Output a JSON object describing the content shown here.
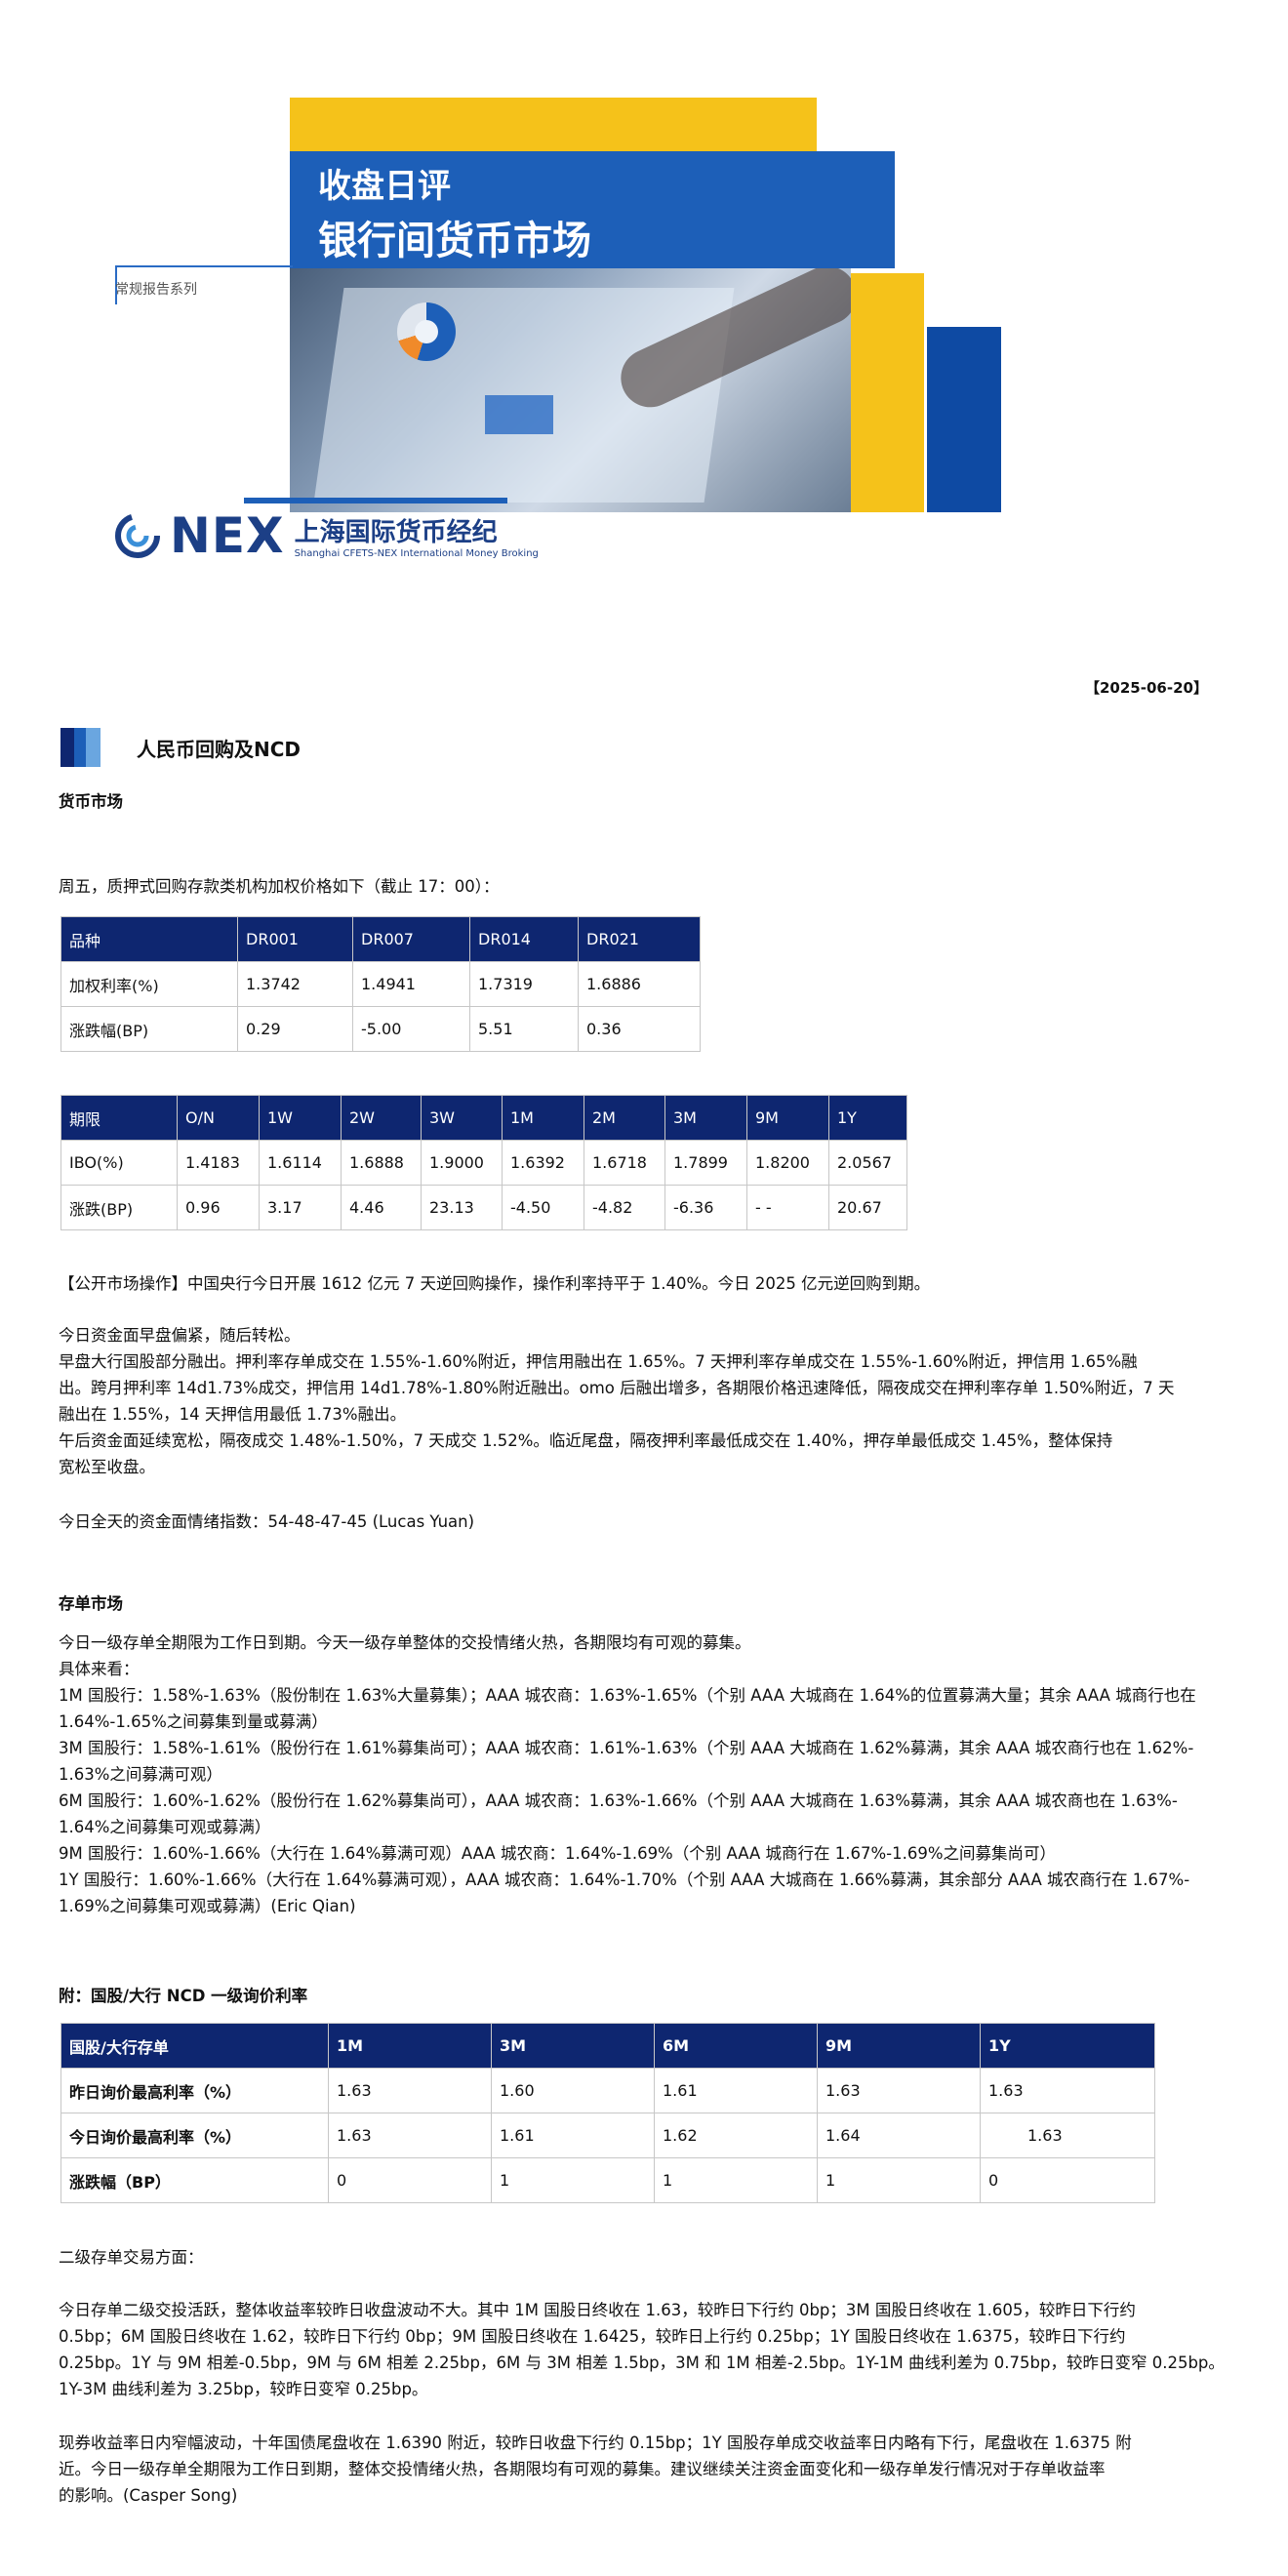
{
  "header": {
    "banner_line1": "收盘日评",
    "banner_line2": "银行间货币市场",
    "series": "常规报告系列",
    "logo_nex": "NEX",
    "logo_cn": "上海国际货币经纪",
    "logo_en": "Shanghai CFETS-NEX International Money Broking",
    "date": "【2025-06-20】"
  },
  "section_title": "人民币回购及NCD",
  "money_market": {
    "heading": "货币市场",
    "intro": "周五，质押式回购存款类机构加权价格如下（截止 17：00）：",
    "dr_table": {
      "headers": [
        "品种",
        "DR001",
        "DR007",
        "DR014",
        "DR021"
      ],
      "rows": [
        [
          "加权利率(%)",
          "1.3742",
          "1.4941",
          "1.7319",
          "1.6886"
        ],
        [
          "涨跌幅(BP)",
          "0.29",
          "-5.00",
          "5.51",
          "0.36"
        ]
      ]
    },
    "ibo_table": {
      "headers": [
        "期限",
        "O/N",
        "1W",
        "2W",
        "3W",
        "1M",
        "2M",
        "3M",
        "9M",
        "1Y"
      ],
      "rows": [
        [
          "IBO(%)",
          "1.4183",
          "1.6114",
          "1.6888",
          "1.9000",
          "1.6392",
          "1.6718",
          "1.7899",
          "1.8200",
          "2.0567"
        ],
        [
          "涨跌(BP)",
          "0.96",
          "3.17",
          "4.46",
          "23.13",
          "-4.50",
          "-4.82",
          "-6.36",
          "- -",
          "20.67"
        ]
      ]
    },
    "omo": "【公开市场操作】中国央行今日开展 1612 亿元 7 天逆回购操作，操作利率持平于 1.40%。今日 2025 亿元逆回购到期。",
    "p1": "今日资金面早盘偏紧，随后转松。",
    "p2_l1": "早盘大行国股部分融出。押利率存单成交在 1.55%-1.60%附近，押信用融出在 1.65%。7 天押利率存单成交在 1.55%-1.60%附近，押信用 1.65%融",
    "p2_l2": "出。跨月押利率 14d1.73%成交，押信用 14d1.78%-1.80%附近融出。omo 后融出增多，各期限价格迅速降低，隔夜成交在押利率存单 1.50%附近，7 天",
    "p2_l3": "融出在 1.55%，14 天押信用最低 1.73%融出。",
    "p3_l1": "午后资金面延续宽松，隔夜成交 1.48%-1.50%，7 天成交 1.52%。临近尾盘，隔夜押利率最低成交在 1.40%，押存单最低成交 1.45%，整体保持",
    "p3_l2": "宽松至收盘。",
    "sentiment": "今日全天的资金面情绪指数：54-48-47-45 (Lucas Yuan)"
  },
  "cd_market": {
    "heading": "存单市场",
    "lines": [
      "今日一级存单全期限为工作日到期。今天一级存单整体的交投情绪火热，各期限均有可观的募集。",
      "具体来看：",
      "1M 国股行：1.58%-1.63%（股份制在 1.63%大量募集）；AAA 城农商：1.63%-1.65%（个别 AAA 大城商在 1.64%的位置募满大量；其余 AAA 城商行也在",
      "1.64%-1.65%之间募集到量或募满）",
      "3M 国股行：1.58%-1.61%（股份行在 1.61%募集尚可）；AAA 城农商：1.61%-1.63%（个别 AAA 大城商在 1.62%募满，其余 AAA 城农商行也在 1.62%-",
      "1.63%之间募满可观）",
      "6M 国股行：1.60%-1.62%（股份行在 1.62%募集尚可），AAA 城农商：1.63%-1.66%（个别 AAA 大城商在 1.63%募满，其余 AAA 城农商也在 1.63%-",
      "1.64%之间募集可观或募满）",
      "9M 国股行：1.60%-1.66%（大行在 1.64%募满可观）AAA 城农商：1.64%-1.69%（个别 AAA 城商行在 1.67%-1.69%之间募集尚可）",
      "1Y 国股行：1.60%-1.66%（大行在 1.64%募满可观），AAA 城农商：1.64%-1.70%（个别 AAA 大城商在 1.66%募满，其余部分 AAA 城农商行在 1.67%-",
      "1.69%之间募集可观或募满）(Eric Qian)"
    ]
  },
  "ncd": {
    "heading": "附：国股/大行 NCD 一级询价利率",
    "headers": [
      "国股/大行存单",
      "1M",
      "3M",
      "6M",
      "9M",
      "1Y"
    ],
    "rows": [
      [
        "昨日询价最高利率（%）",
        "1.63",
        "1.60",
        "1.61",
        "1.63",
        "1.63"
      ],
      [
        "今日询价最高利率（%）",
        "1.63",
        "1.61",
        "1.62",
        "1.64",
        "1.63"
      ],
      [
        "涨跌幅（BP）",
        "0",
        "1",
        "1",
        "1",
        "0"
      ]
    ]
  },
  "secondary": {
    "heading": "二级存单交易方面：",
    "p1_l1": "今日存单二级交投活跃，整体收益率较昨日收盘波动不大。其中 1M 国股日终收在 1.63，较昨日下行约 0bp；3M 国股日终收在 1.605，较昨日下行约",
    "p1_l2": "0.5bp；6M 国股日终收在 1.62，较昨日下行约 0bp；9M 国股日终收在 1.6425，较昨日上行约 0.25bp；1Y 国股日终收在 1.6375，较昨日下行约",
    "p1_l3": "0.25bp。1Y 与 9M 相差-0.5bp，9M 与 6M 相差 2.25bp，6M 与 3M 相差 1.5bp，3M 和 1M 相差-2.5bp。1Y-1M 曲线利差为 0.75bp，较昨日变窄 0.25bp。",
    "p1_l4": "1Y-3M 曲线利差为 3.25bp，较昨日变窄 0.25bp。",
    "p2_l1": "现券收益率日内窄幅波动，十年国债尾盘收在 1.6390 附近，较昨日收盘下行约 0.15bp；1Y 国股存单成交收益率日内略有下行，尾盘收在 1.6375 附",
    "p2_l2": "近。今日一级存单全期限为工作日到期，整体交投情绪火热，各期限均有可观的募集。建议继续关注资金面变化和一级存单发行情况对于存单收益率",
    "p2_l3": "的影响。(Casper Song)"
  },
  "colors": {
    "navy": "#0e2670",
    "blue": "#1d5fb8",
    "yellow": "#f5c21a",
    "logo_blue": "#1c3f86"
  }
}
